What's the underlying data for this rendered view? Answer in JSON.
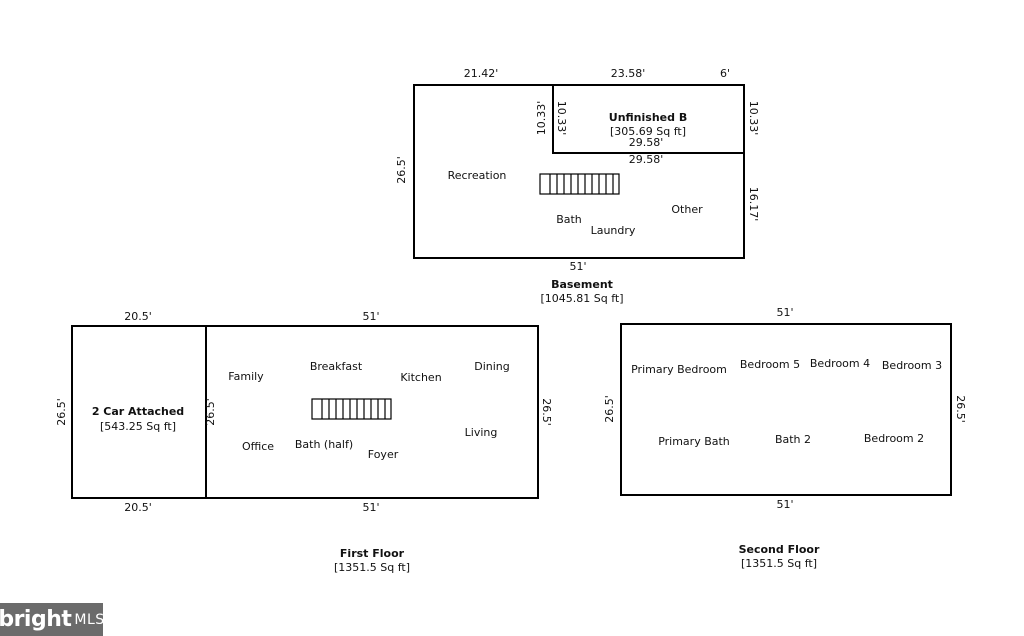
{
  "basement": {
    "title": "Basement",
    "area": "[1045.81 Sq ft]",
    "dims": {
      "top_left": "21.42'",
      "top_mid": "23.58'",
      "top_right": "6'",
      "left": "26.5'",
      "right_upper": "10.33'",
      "right_lower": "16.17'",
      "bottom": "51'",
      "inner_left_outer": "10.33'",
      "inner_left_inner": "10.33'",
      "inner_bottom_a": "29.58'",
      "inner_bottom_b": "29.58'"
    },
    "unfinished": {
      "name": "Unfinished B",
      "area": "[305.69 Sq ft]"
    },
    "rooms": {
      "recreation": "Recreation",
      "bath": "Bath",
      "laundry": "Laundry",
      "other": "Other"
    }
  },
  "first_floor": {
    "title": "First Floor",
    "area": "[1351.5 Sq ft]",
    "dims": {
      "garage_top": "20.5'",
      "garage_bottom": "20.5'",
      "garage_left": "26.5'",
      "garage_inner": "26.5'",
      "main_top": "51'",
      "main_bottom": "51'",
      "main_right": "26.5'"
    },
    "garage": {
      "name": "2 Car Attached",
      "area": "[543.25 Sq ft]"
    },
    "rooms": {
      "family": "Family",
      "breakfast": "Breakfast",
      "kitchen": "Kitchen",
      "dining": "Dining",
      "office": "Office",
      "bath_half": "Bath (half)",
      "foyer": "Foyer",
      "living": "Living"
    }
  },
  "second_floor": {
    "title": "Second Floor",
    "area": "[1351.5 Sq ft]",
    "dims": {
      "top": "51'",
      "bottom": "51'",
      "left": "26.5'",
      "right": "26.5'"
    },
    "rooms": {
      "primary_bedroom": "Primary Bedroom",
      "bedroom5": "Bedroom 5",
      "bedroom4": "Bedroom 4",
      "bedroom3": "Bedroom 3",
      "primary_bath": "Primary Bath",
      "bath2": "Bath 2",
      "bedroom2": "Bedroom 2"
    }
  },
  "watermark": {
    "brand": "bright",
    "suffix": "MLS"
  }
}
